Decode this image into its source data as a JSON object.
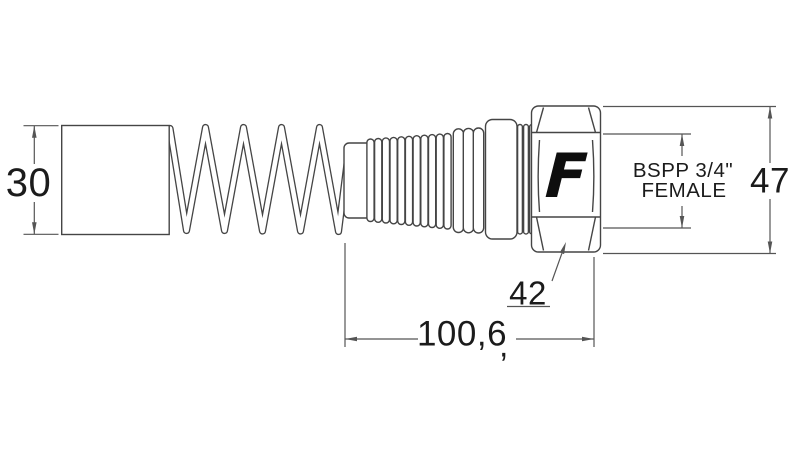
{
  "drawing": {
    "dim_block_height": "30",
    "dim_overall_height": "47",
    "dim_hex_flats": "42",
    "dim_length": "100,6",
    "dim_length_stray": ",",
    "thread_line1": "BSPP 3/4\"",
    "thread_line2": "FEMALE",
    "logo_letter": "F"
  },
  "colors": {
    "geometry_line": "#454545",
    "dimension_line": "#555555",
    "text": "#1b1b1b",
    "logo": "#0e0e0e",
    "background": "#ffffff"
  }
}
